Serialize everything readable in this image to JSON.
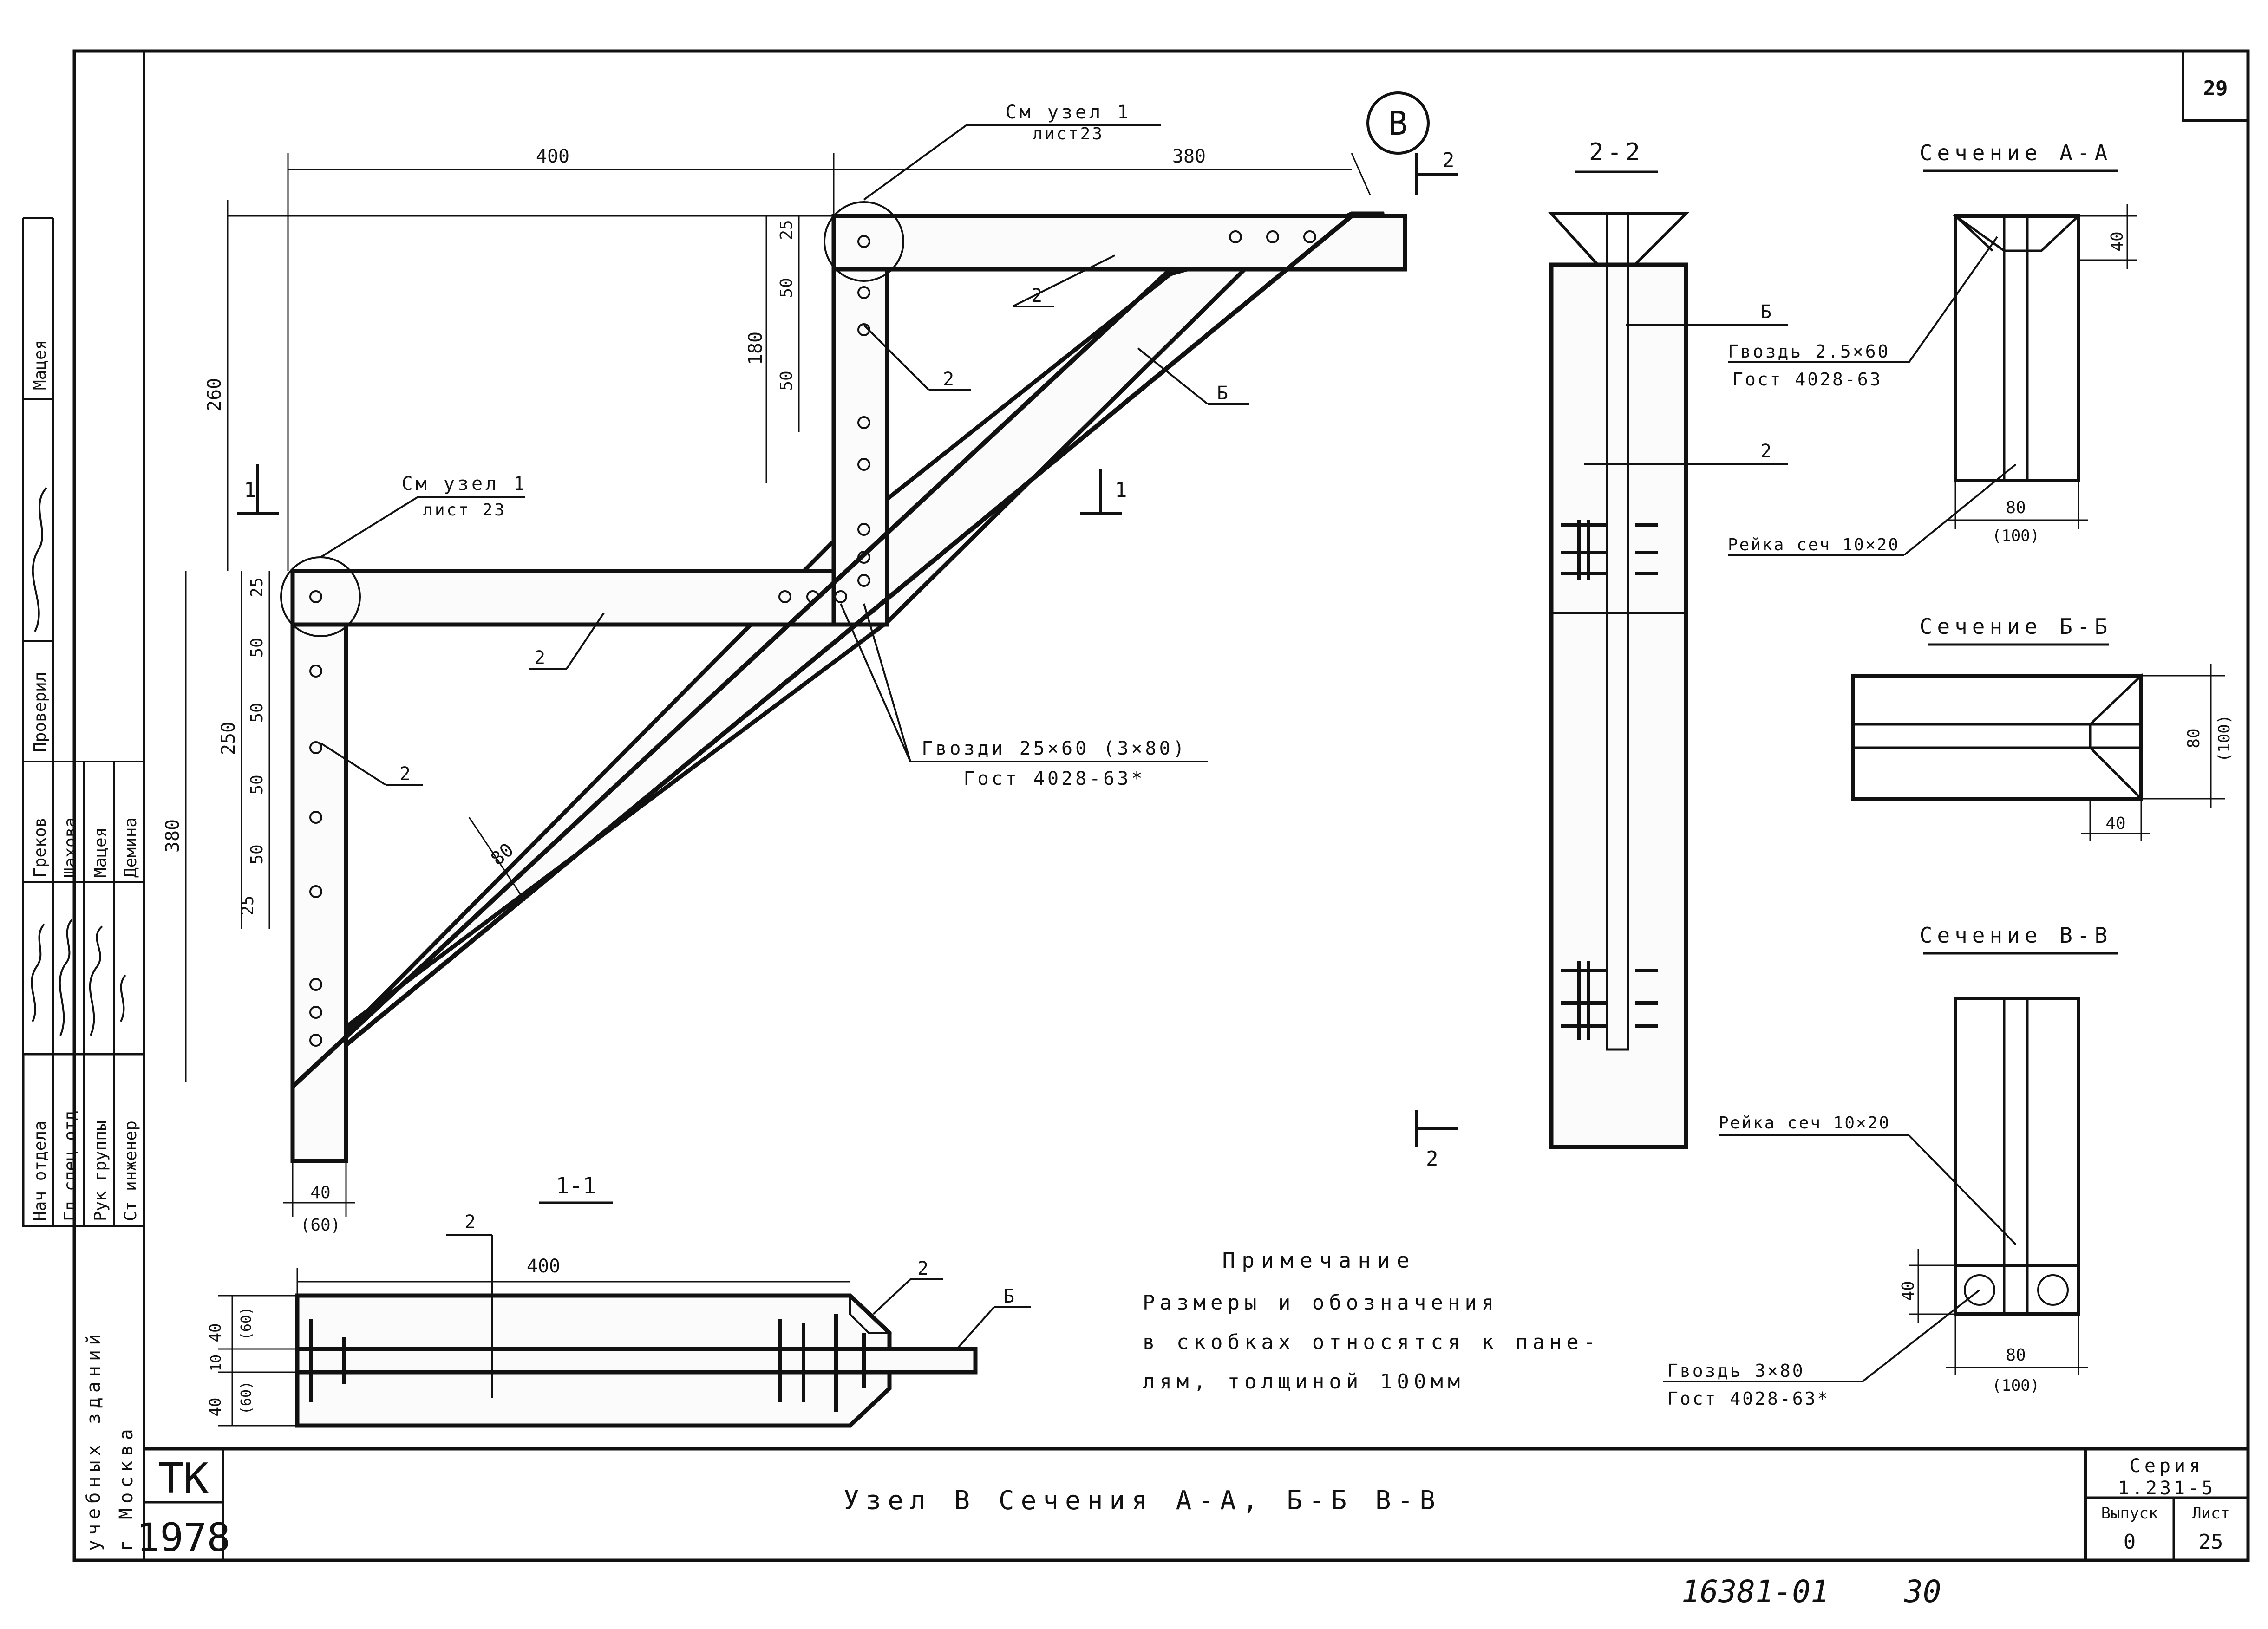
{
  "sheet": {
    "sheet_number": "29",
    "bottom_annotation": "16381-01",
    "bottom_page": "30"
  },
  "title_block": {
    "logo_top": "ТК",
    "logo_year": "1978",
    "title": "Узел В  Сечения  А-А, Б-Б  В-В",
    "series_label": "Серия",
    "series_value": "1.231-5",
    "issue_label": "Выпуск",
    "issue_value": "0",
    "sheet_label": "Лист",
    "sheet_value": "25",
    "institute_line1": "учебных зданий",
    "institute_line2": "г Москва"
  },
  "side_stamp": {
    "roles": [
      "Нач отдела",
      "Гл спец отд",
      "Рук группы",
      "Ст инженер"
    ],
    "names": [
      "Греков",
      "Шахова",
      "Мацея",
      "Демина"
    ],
    "checked_label": "Проверил",
    "checked_name": "Мацея"
  },
  "node_view": {
    "node_mark": "В",
    "ref_top_line1": "См узел 1",
    "ref_top_line2": "лист23",
    "ref_left_line1": "См узел 1",
    "ref_left_line2": "лист 23",
    "nails_label_line1": "Гвозди 25×60 (3×80)",
    "nails_label_line2": "Гост 4028-63*",
    "dims": {
      "top_400": "400",
      "top_380": "380",
      "v_260": "260",
      "v_180": "180",
      "v_25_top": "25",
      "v_50a": "50",
      "v_50b": "50",
      "v_380": "380",
      "v_250": "250",
      "v_25_mid": "25",
      "v_50c": "50",
      "v_50d": "50",
      "v_50e": "50",
      "v_50f": "50",
      "v_25_low": "25",
      "w_40": "40",
      "w_60": "(60)",
      "diag_80": "80"
    },
    "leader_2": "2",
    "leader_b": "Б",
    "cut_1": "1",
    "cut_2": "2",
    "section_1_1_label": "1-1"
  },
  "section_1_1": {
    "dim_400": "400",
    "dim_40a": "40",
    "dim_60a": "(60)",
    "dim_10": "10",
    "dim_40b": "40",
    "dim_60b": "(60)",
    "leader_2a": "2",
    "leader_2b": "2",
    "leader_b": "Б"
  },
  "section_2_2": {
    "label": "2-2",
    "leader_b": "Б",
    "leader_2": "2"
  },
  "section_a": {
    "title": "Сечение А-А",
    "nail_line1": "Гвоздь 2.5×60",
    "nail_line2": "Гост 4028-63",
    "rail": "Рейка сеч 10×20",
    "dim_40": "40",
    "dim_80": "80",
    "dim_100": "(100)"
  },
  "section_b": {
    "title": "Сечение Б-Б",
    "dim_80": "80",
    "dim_100": "(100)",
    "dim_40": "40"
  },
  "section_v": {
    "title": "Сечение В-В",
    "rail": "Рейка сеч 10×20",
    "nail_line1": "Гвоздь 3×80",
    "nail_line2": "Гост 4028-63*",
    "dim_40": "40",
    "dim_80": "80",
    "dim_100": "(100)"
  },
  "note": {
    "heading": "Примечание",
    "line1": "Размеры и обозначения",
    "line2": "в скобках относятся к пане-",
    "line3": "лям, толщиной 100мм"
  }
}
